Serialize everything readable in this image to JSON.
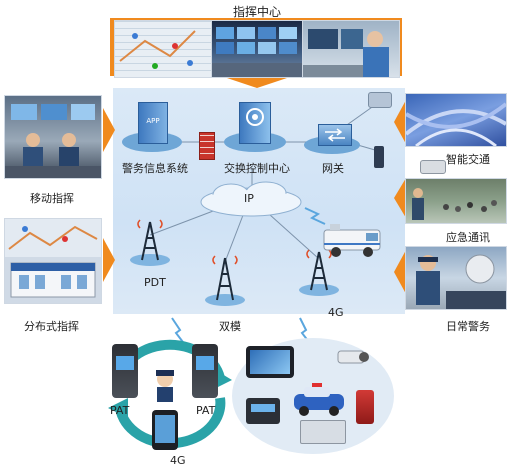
{
  "top": {
    "title": "指挥中心"
  },
  "left": {
    "mobile": "移动指挥",
    "distributed": "分布式指挥"
  },
  "right": {
    "traffic": "智能交通",
    "emergency": "应急通讯",
    "daily": "日常警务"
  },
  "center": {
    "police_info": "警务信息系统",
    "switch_center": "交换控制中心",
    "gateway": "网关",
    "ip": "IP",
    "pdt": "PDT",
    "dual_mode": "双模",
    "lte_mid": "4G"
  },
  "bottom": {
    "pat_left": "PAT",
    "pat_right": "PAT",
    "lte_bottom": "4G"
  },
  "icons": {
    "server_app": "APP"
  },
  "colors": {
    "orange": "#f08a1e",
    "blue_panel": "#d5e6f6",
    "teal": "#2aa3a8"
  }
}
